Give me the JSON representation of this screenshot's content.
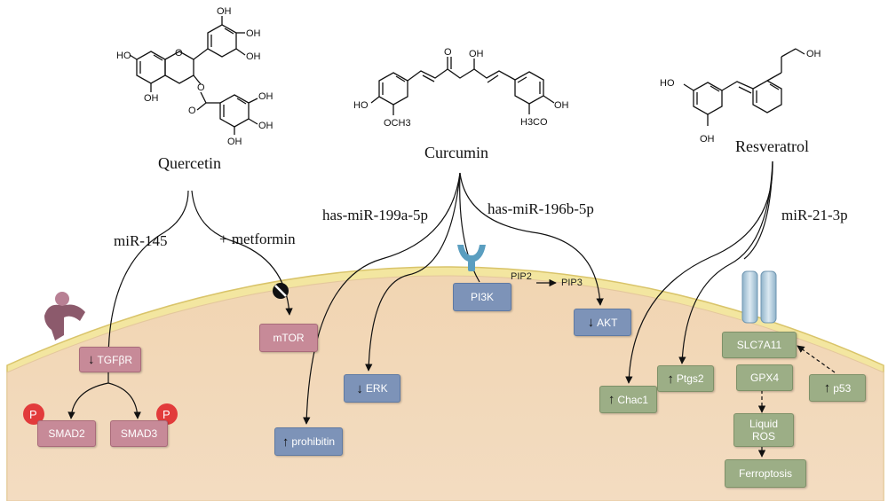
{
  "compounds": {
    "quercetin": "Quercetin",
    "curcumin": "Curcumin",
    "resveratrol": "Resveratrol"
  },
  "mirnas": {
    "mir145": "miR-145",
    "metformin": "+ metformin",
    "mir199a": "has-miR-199a-5p",
    "mir196b": "has-miR-196b-5p",
    "mir21": "miR-21-3p"
  },
  "proteins": {
    "tgfbr": "TGFβR",
    "smad2": "SMAD2",
    "smad3": "SMAD3",
    "mtor": "mTOR",
    "erk": "ERK",
    "prohibitin": "prohibitin",
    "pi3k": "PI3K",
    "akt": "AKT",
    "chac1": "Chac1",
    "ptgs2": "Ptgs2",
    "slc7a11": "SLC7A11",
    "gpx4": "GPX4",
    "p53": "p53",
    "liquid_ros_1": "Liquid",
    "liquid_ros_2": "ROS",
    "ferroptosis": "Ferroptosis"
  },
  "labels": {
    "pip2": "PIP2",
    "pip3": "PIP3",
    "phospho": "P",
    "up": "↑",
    "down": "↓"
  },
  "chem_labels": {
    "oh": "OH",
    "ho": "HO",
    "o": "O",
    "och3": "OCH3",
    "h3co": "H3CO"
  },
  "colors": {
    "cell_fill": "#f2d8b8",
    "membrane": "#f3e6a0",
    "protein_pink": "#c78a98",
    "protein_blue": "#7d93b8",
    "protein_green": "#9cae86",
    "phospho_red": "#e23b3b",
    "receptor": "#8c5a6c",
    "pi3k_receptor": "#5a9ec0"
  }
}
